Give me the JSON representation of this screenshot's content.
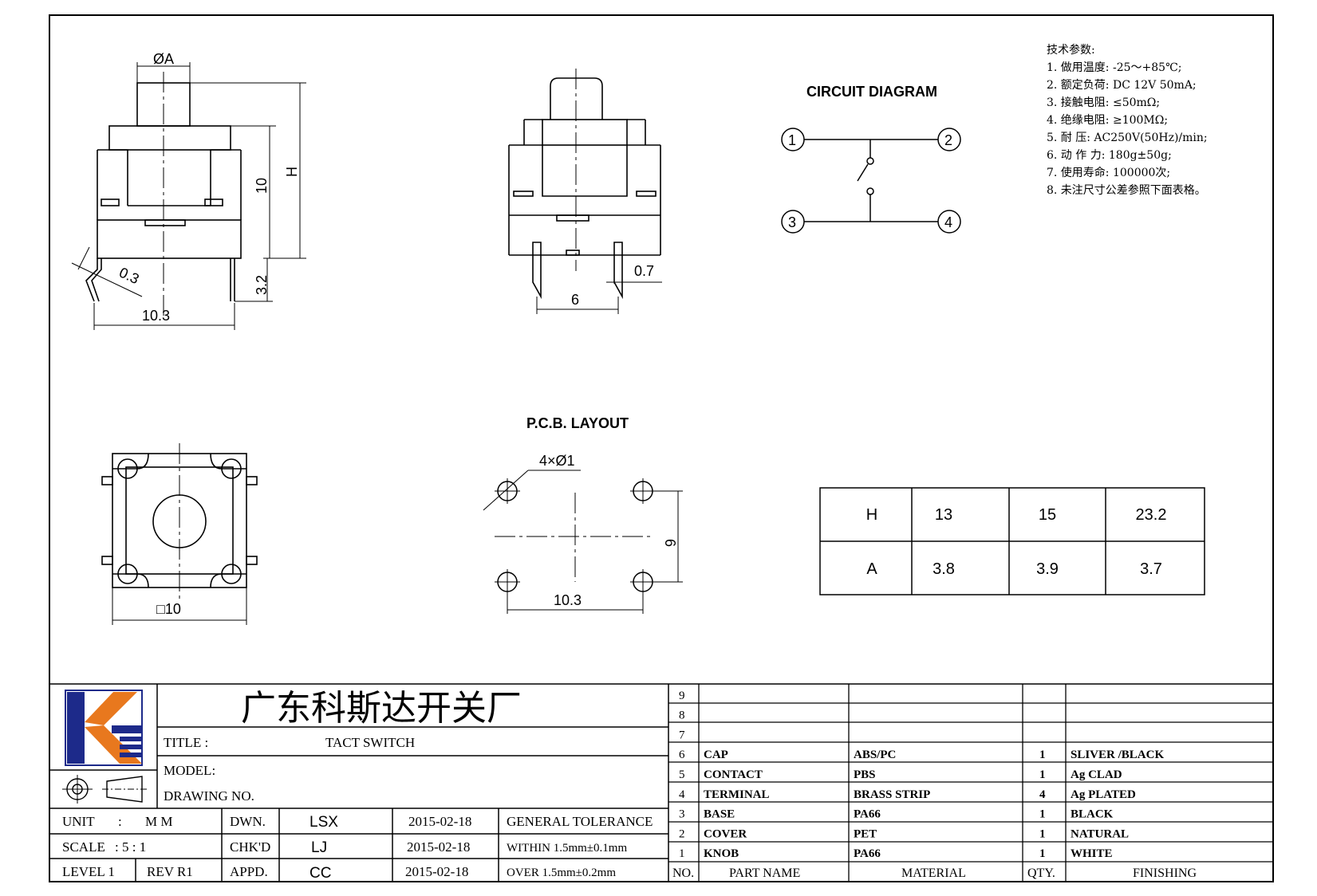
{
  "specs": {
    "heading": "技术参数:",
    "items": [
      "1.  做用温度: -25～+85℃;",
      "2.  额定负荷: DC  12V  50mA;",
      "3.  接触电阻: ≤50mΩ;",
      "4.  绝缘电阻: ≥100MΩ;",
      "5.  耐      压: AC250V(50Hz)/min;",
      "6.  动  作  力: 180g±50g;",
      "7.  使用寿命: 100000次;",
      "8.  未注尺寸公差参照下面表格。"
    ]
  },
  "circuit": {
    "title": "CIRCUIT DIAGRAM",
    "pins": [
      "1",
      "2",
      "3",
      "4"
    ]
  },
  "pcb": {
    "title": "P.C.B. LAYOUT",
    "hole_label": "4×Ø1",
    "dim_width": "10.3",
    "dim_height": "6"
  },
  "side_view": {
    "dia_label": "ØA",
    "dim_10": "10",
    "dim_h": "H",
    "dim_03": "0.3",
    "dim_32": "3.2",
    "dim_103": "10.3"
  },
  "front_view": {
    "dim_07": "0.7",
    "dim_6": "6"
  },
  "top_view": {
    "dim_square": "□10"
  },
  "dim_table": {
    "rows": [
      [
        "H",
        "13",
        "15",
        "23.2"
      ],
      [
        "A",
        "3.8",
        "3.9",
        "3.7"
      ]
    ]
  },
  "title_block": {
    "company": "广东科斯达开关厂",
    "title_label": "TITLE :",
    "title_value": "TACT SWITCH",
    "model_label": "MODEL:",
    "drawing_label": "DRAWING NO.",
    "unit_label": "UNIT",
    "unit_colon": ":",
    "unit_value": "M M",
    "scale_label": "SCALE",
    "scale_value": ":  5 : 1",
    "level_label": "LEVEL 1",
    "rev_label": "REV   R1",
    "dwn_label": "DWN.",
    "chk_label": "CHK'D",
    "appd_label": "APPD.",
    "dwn_name": "LSX",
    "chk_name": "LJ",
    "appd_name": "CC",
    "dwn_date": "2015-02-18",
    "chk_date": "2015-02-18",
    "appd_date": "2015-02-18",
    "tol_title": "GENERAL TOLERANCE",
    "tol_within": "WITHIN  1.5mm±0.1mm",
    "tol_over": "OVER     1.5mm±0.2mm"
  },
  "bom": {
    "header": {
      "no": "NO.",
      "part": "PART   NAME",
      "material": "MATERIAL",
      "qty": "QTY.",
      "finishing": "FINISHING"
    },
    "rows": [
      {
        "no": "9",
        "part": "",
        "material": "",
        "qty": "",
        "finishing": ""
      },
      {
        "no": "8",
        "part": "",
        "material": "",
        "qty": "",
        "finishing": ""
      },
      {
        "no": "7",
        "part": "",
        "material": "",
        "qty": "",
        "finishing": ""
      },
      {
        "no": "6",
        "part": "CAP",
        "material": "ABS/PC",
        "qty": "1",
        "finishing": "SLIVER /BLACK"
      },
      {
        "no": "5",
        "part": "CONTACT",
        "material": "PBS",
        "qty": "1",
        "finishing": "Ag CLAD"
      },
      {
        "no": "4",
        "part": "TERMINAL",
        "material": "BRASS STRIP",
        "qty": "4",
        "finishing": "Ag PLATED"
      },
      {
        "no": "3",
        "part": "BASE",
        "material": "PA66",
        "qty": "1",
        "finishing": "BLACK"
      },
      {
        "no": "2",
        "part": "COVER",
        "material": "PET",
        "qty": "1",
        "finishing": "NATURAL"
      },
      {
        "no": "1",
        "part": "KNOB",
        "material": "PA66",
        "qty": "1",
        "finishing": "WHITE"
      }
    ]
  },
  "colors": {
    "logo_blue": "#1d2a8a",
    "logo_orange": "#e8781e",
    "line": "#000000"
  }
}
